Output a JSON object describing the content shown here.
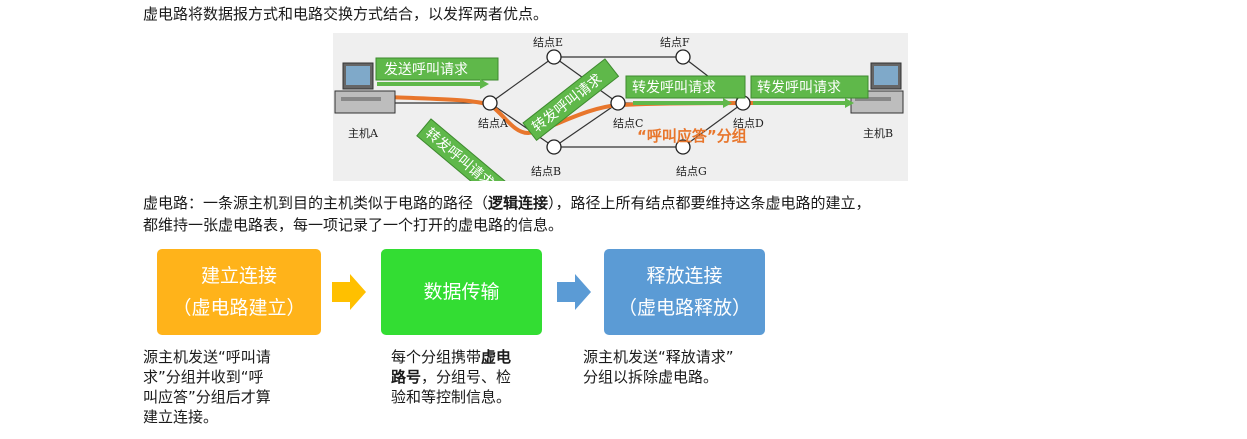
{
  "intro_line": "虚电路将数据报方式和电路交换方式结合，以发挥两者优点。",
  "diagram": {
    "host_a": "主机A",
    "host_b": "主机B",
    "node_a": "结点A",
    "node_b": "结点B",
    "node_c": "结点C",
    "node_d": "结点D",
    "node_e": "结点E",
    "node_f": "结点F",
    "node_g": "结点G",
    "tag_send": "发送呼叫请求",
    "tag_forward": "转发呼叫请求",
    "reply_label": "“呼叫应答”分组"
  },
  "definition": {
    "line1_pre": "虚电路：一条源主机到目的主机类似于电路的路径（",
    "line1_bold": "逻辑连接",
    "line1_post": "），路径上所有结点都要维持这条虚电路的建立，",
    "line2": "都维持一张虚电路表，每一项记录了一个打开的虚电路的信息。"
  },
  "steps": [
    {
      "title": "建立连接",
      "subtitle": "（虚电路建立）",
      "color": "#ffb31a"
    },
    {
      "title": "数据传输",
      "subtitle": "",
      "color": "#33dd33"
    },
    {
      "title": "释放连接",
      "subtitle": "（虚电路释放）",
      "color": "#5b9bd5"
    }
  ],
  "descriptions": {
    "step1_lines": [
      "源主机发送“呼叫请",
      "求”分组并收到“呼",
      "叫应答”分组后才算",
      "建立连接。"
    ],
    "step2_line1_pre": "每个分组携带",
    "step2_line1_bold": "虚电",
    "step2_line2_bold": "路号",
    "step2_line2_post": "，分组号、检",
    "step2_line3": "验和等控制信息。",
    "step3_lines": [
      "源主机发送“释放请求”",
      "分组以拆除虚电路。"
    ]
  },
  "colors": {
    "accent_orange": "#e8762c",
    "tag_green": "#5fb84a",
    "arrow_yellow": "#ffc000",
    "arrow_blue": "#5b9bd5"
  },
  "icons": [
    "computer-icon",
    "right-arrow-icon"
  ]
}
